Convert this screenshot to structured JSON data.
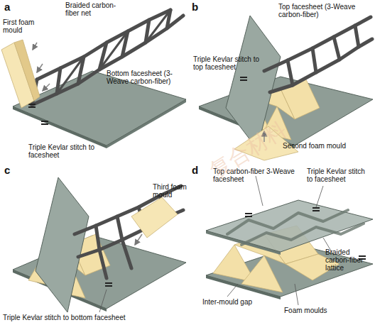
{
  "diagram": {
    "labels": [
      "a",
      "Braided carbon-fiber net",
      "First foam mould",
      "Bottom facesheet (3-Weave carbon-fiber)",
      "Triple Kevlar stitch to facesheet",
      "b",
      "Top facesheet (3-Weave carbon-fiber)",
      "Triple Kevlar stitch to top facesheet",
      "Second foam mould",
      "c",
      "Third foam mould",
      "Triple Kevlar stitch to bottom facesheet",
      "d",
      "Top carbon-fiber 3-Weave facesheet",
      "Triple Kevlar stitch to facesheet",
      "Braided carbon-fiber lattice",
      "Inter-mould gap",
      "Foam moulds",
      "复合材料"
    ]
  }
}
